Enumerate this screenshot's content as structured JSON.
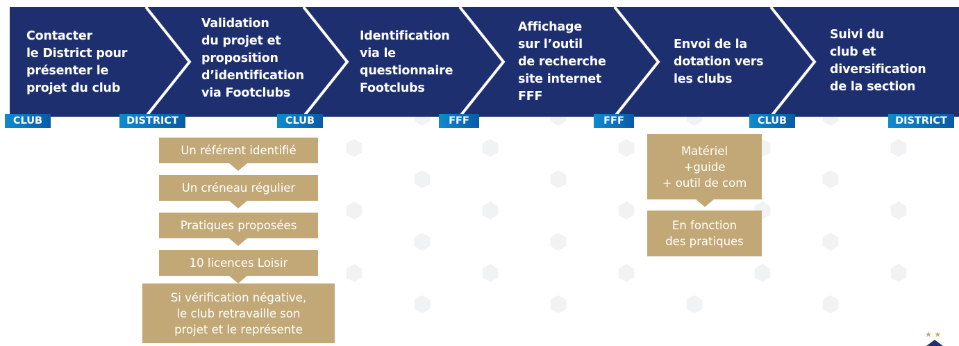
{
  "steps": [
    {
      "lines": [
        "Contacter",
        "le District pour",
        "présenter le",
        "projet du club"
      ]
    },
    {
      "lines": [
        "Validation",
        "du projet et",
        "proposition",
        "d’identification",
        "via Footclubs"
      ]
    },
    {
      "lines": [
        "Identification",
        "via le",
        "questionnaire",
        "Footclubs"
      ]
    },
    {
      "lines": [
        "Affichage",
        "sur l’outil",
        "de recherche",
        "site internet",
        "FFF"
      ]
    },
    {
      "lines": [
        "Envoi de la",
        "dotation vers",
        "les clubs"
      ]
    },
    {
      "lines": [
        "Suivi du",
        "club et",
        "diversification",
        "de la section"
      ]
    }
  ],
  "badges": [
    "CLUB",
    "DISTRICT",
    "CLUB",
    "FFF",
    "FFF",
    "CLUB",
    "DISTRICT"
  ],
  "validation_criteria": [
    {
      "lines": [
        "Un référent identifié"
      ]
    },
    {
      "lines": [
        "Un créneau régulier"
      ]
    },
    {
      "lines": [
        "Pratiques proposées"
      ]
    },
    {
      "lines": [
        "10 licences Loisir"
      ]
    },
    {
      "lines": [
        "Si vérification négative,",
        "le club retravaille son",
        "projet et le représente"
      ]
    }
  ],
  "dotation_details": [
    {
      "lines": [
        "Matériel",
        "+guide",
        "+ outil de com"
      ]
    },
    {
      "lines": [
        "En fonction",
        "des pratiques"
      ]
    }
  ],
  "colors": {
    "navy": "#1d2f6f",
    "badge_blue": "#0a6dbb",
    "gold": "#c2a877",
    "pattern": "#f1f2f4"
  },
  "logo": {
    "stars": "★ ★"
  }
}
